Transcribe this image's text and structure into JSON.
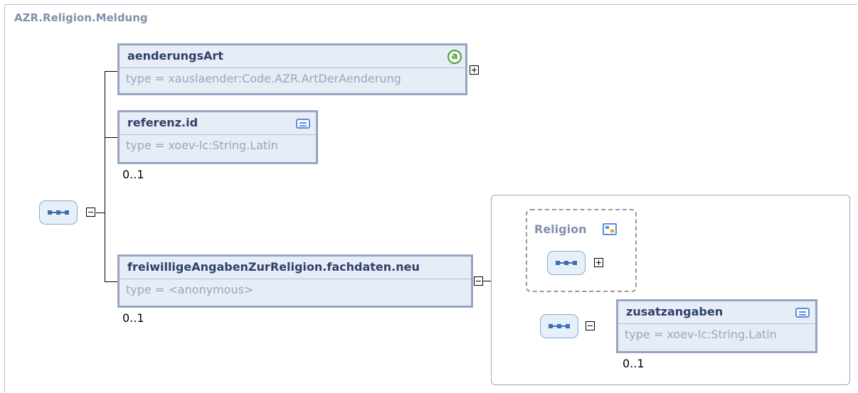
{
  "diagram": {
    "title": "AZR.Religion.Meldung",
    "elements": {
      "aenderungsArt": {
        "name": "aenderungsArt",
        "type": "type = xauslaender:Code.AZR.ArtDerAenderung",
        "icon": "attribute-icon",
        "icon_label": "a"
      },
      "referenz_id": {
        "name": "referenz.id",
        "type": "type = xoev-lc:String.Latin",
        "icon": "documentation-icon",
        "cardinality": "0..1"
      },
      "freiwillige": {
        "name": "freiwilligeAngabenZurReligion.fachdaten.neu",
        "type": "type = <anonymous>",
        "cardinality": "0..1"
      },
      "zusatzangaben": {
        "name": "zusatzangaben",
        "type": "type = xoev-lc:String.Latin",
        "icon": "documentation-icon",
        "cardinality": "0..1"
      }
    },
    "group": {
      "name": "Religion",
      "icon": "group-reference-icon"
    },
    "colors": {
      "element_fill": "#e7edf7",
      "element_border": "#96a5c3",
      "element_name": "#2f3f6d",
      "type_text": "#9aa6bc",
      "title": "#8290ac",
      "attribute_icon": "#4f9a3a",
      "doc_icon": "#5a8fe0"
    }
  }
}
